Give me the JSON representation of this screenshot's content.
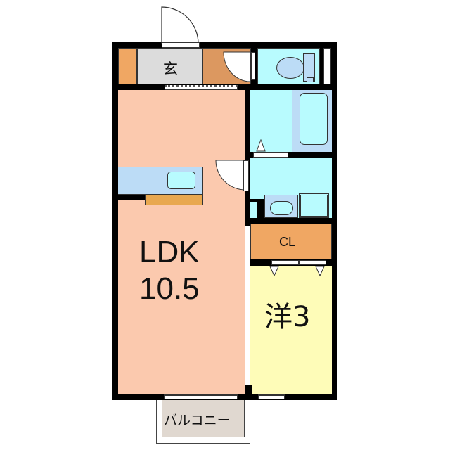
{
  "floorplan": {
    "rooms": {
      "entrance": {
        "label": "玄"
      },
      "ldk": {
        "label": "LDK",
        "size": "10.5"
      },
      "closet": {
        "label": "CL"
      },
      "western_room": {
        "label": "洋3"
      },
      "balcony": {
        "label": "バルコニー"
      }
    },
    "colors": {
      "wall": "#000000",
      "ldk": "#fbc9ae",
      "western_room": "#fefcb8",
      "wet_area": "#b8fbfe",
      "fixture": "#bcdcf6",
      "closet": "#f0a763",
      "storage": "#dc9860",
      "entrance": "#dcdcdc",
      "balcony": "#e0d8d0",
      "counter": "#e8a850"
    }
  }
}
